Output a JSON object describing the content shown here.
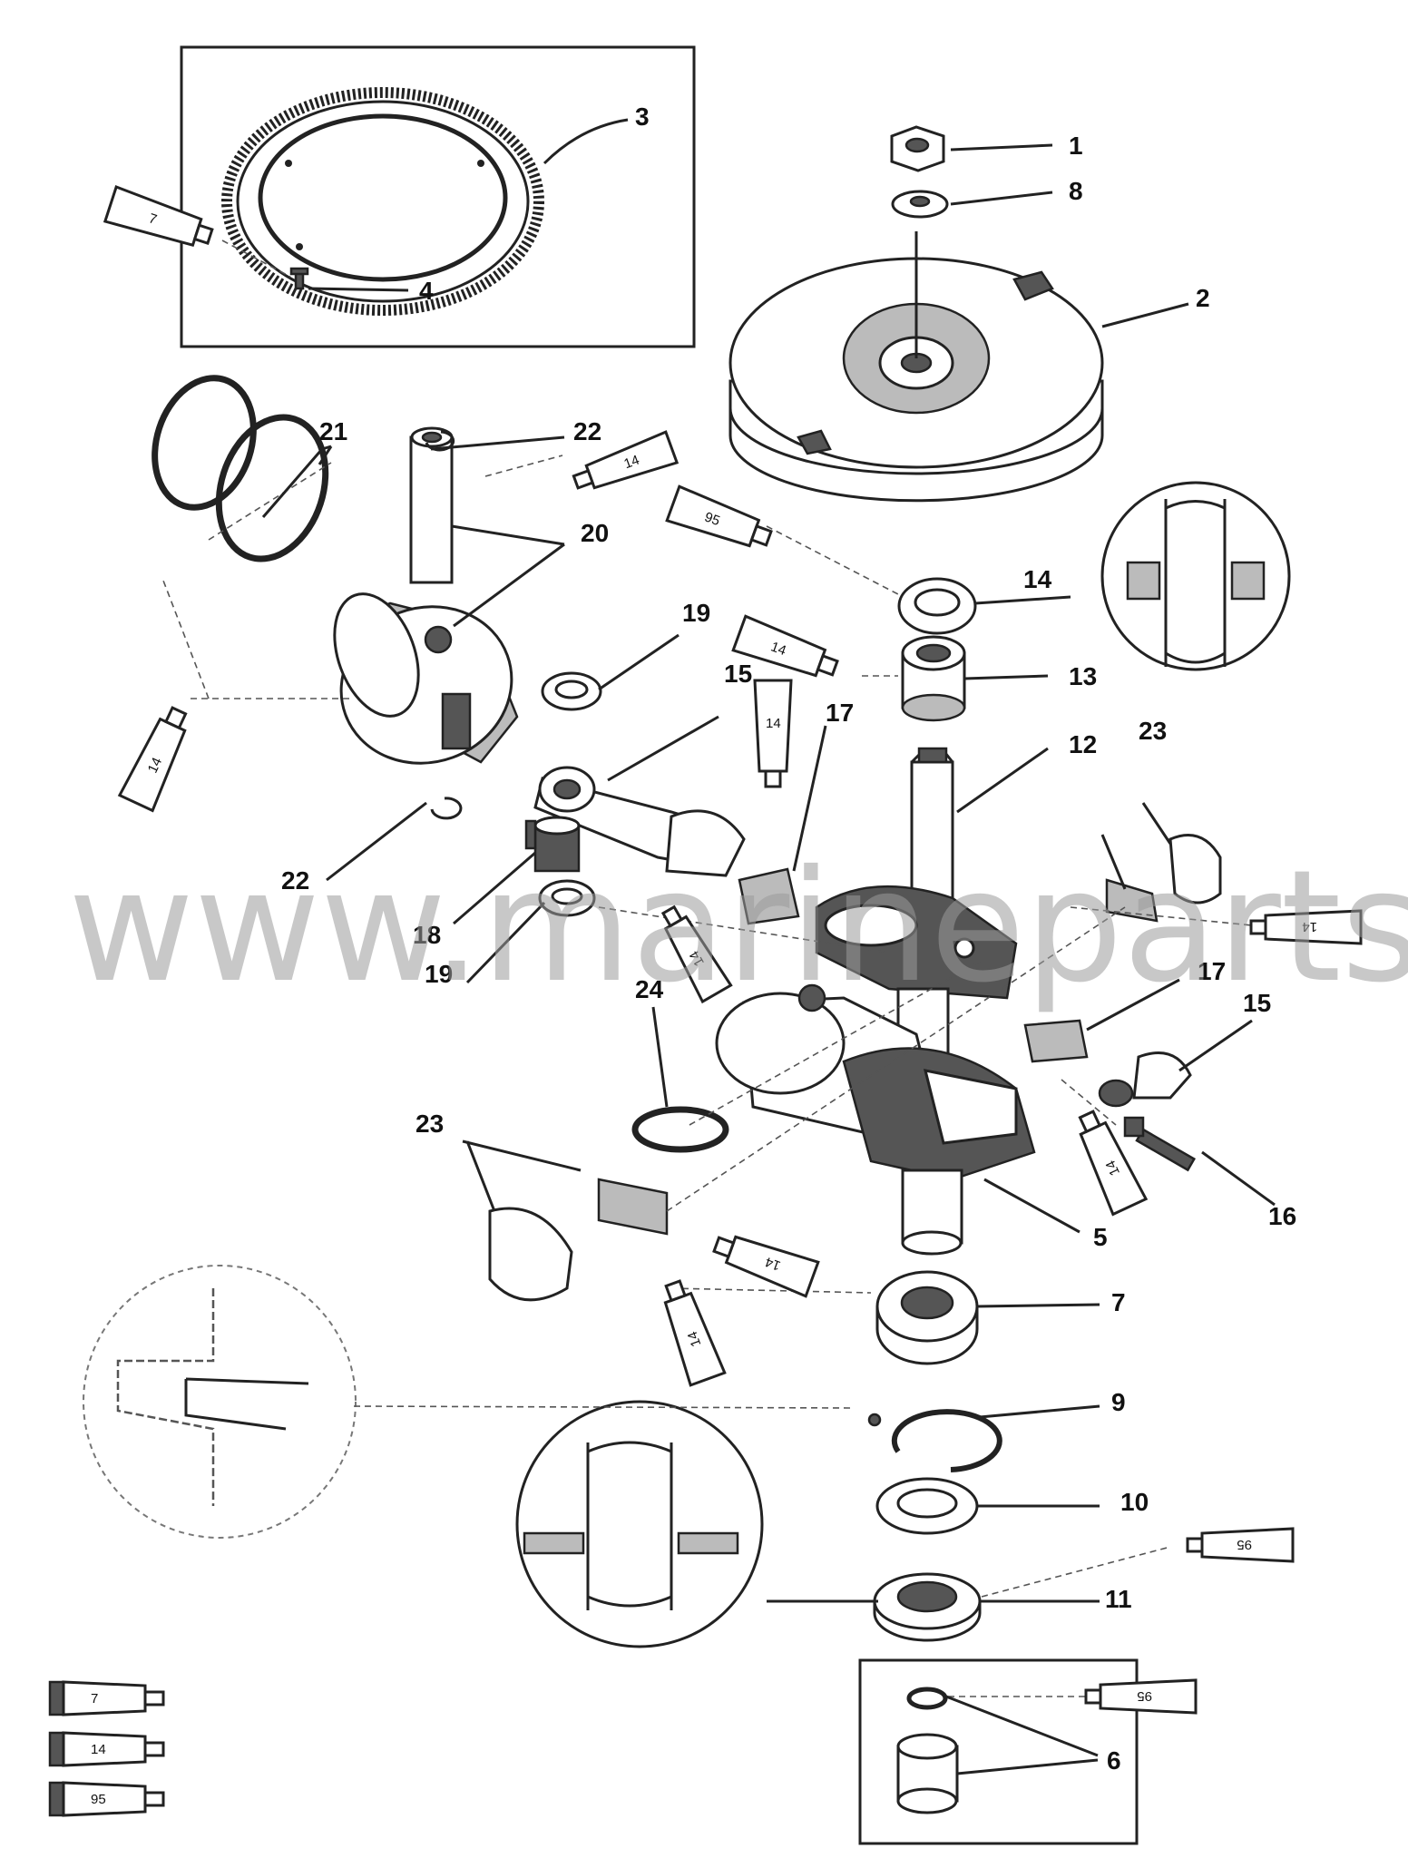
{
  "watermark": "www.marineparts.eu",
  "callouts": [
    "1",
    "8",
    "2",
    "3",
    "4",
    "21",
    "22",
    "14",
    "20",
    "19",
    "15",
    "17",
    "13",
    "12",
    "23",
    "18",
    "19",
    "22",
    "17",
    "15",
    "24",
    "23",
    "5",
    "16",
    "7",
    "9",
    "10",
    "11",
    "6"
  ],
  "tubes": [
    "7",
    "14",
    "95",
    "14",
    "14",
    "14",
    "14",
    "14",
    "14",
    "14",
    "95",
    "95",
    "7",
    "14",
    "95"
  ]
}
